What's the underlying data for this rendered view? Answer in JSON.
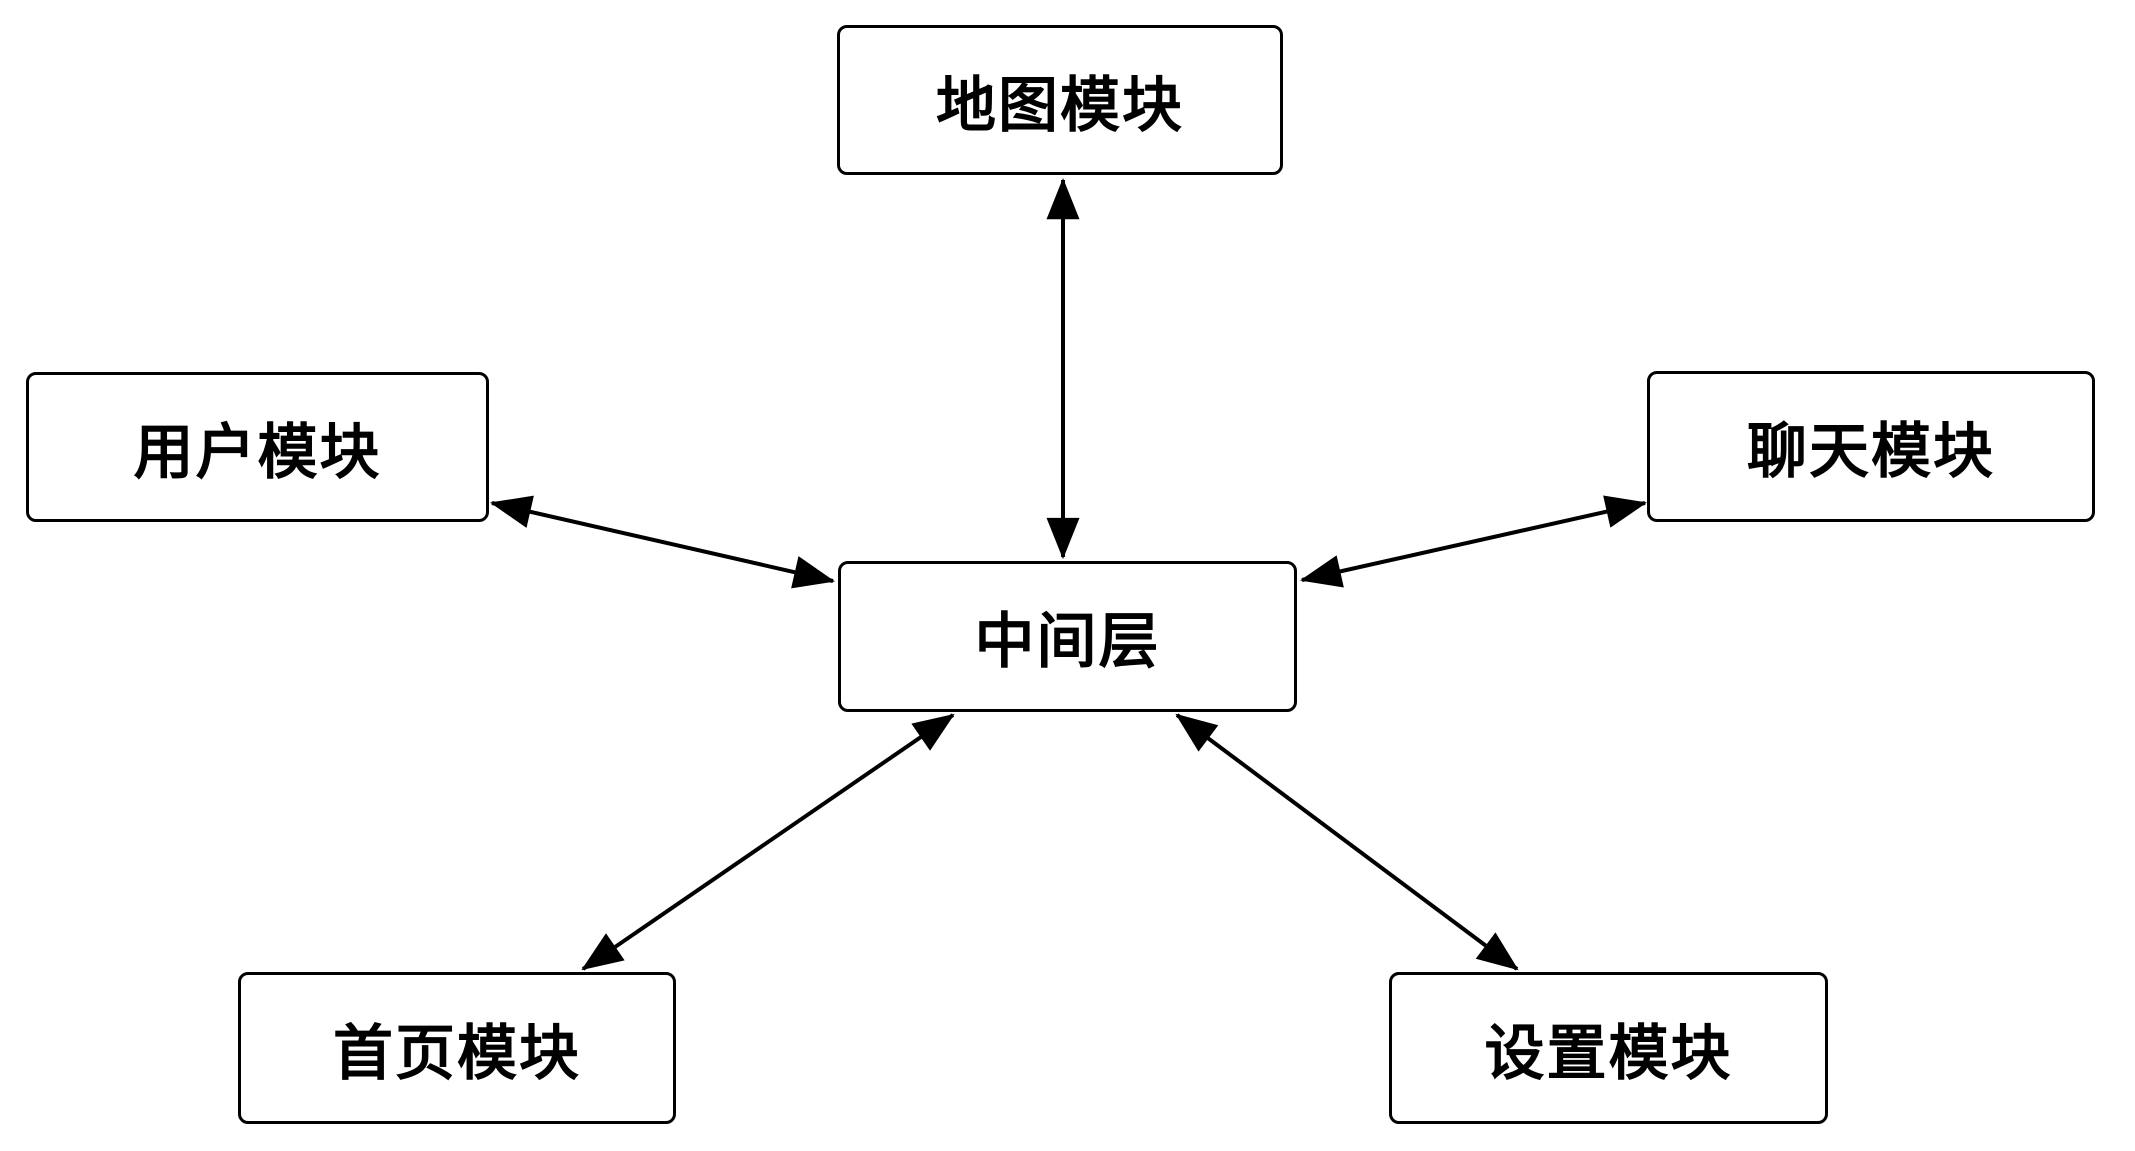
{
  "diagram": {
    "colors": {
      "background": "#ffffff",
      "box_fill": "#ffffff",
      "stroke": "#000000",
      "text": "#000000"
    },
    "nodes": [
      {
        "id": "map",
        "label": "地图模块"
      },
      {
        "id": "user",
        "label": "用户模块"
      },
      {
        "id": "chat",
        "label": "聊天模块"
      },
      {
        "id": "middle",
        "label": "中间层"
      },
      {
        "id": "home",
        "label": "首页模块"
      },
      {
        "id": "settings",
        "label": "设置模块"
      }
    ],
    "edges": [
      {
        "from": "map",
        "to": "middle",
        "direction": "both"
      },
      {
        "from": "user",
        "to": "middle",
        "direction": "both"
      },
      {
        "from": "middle",
        "to": "chat",
        "direction": "both"
      },
      {
        "from": "middle",
        "to": "home",
        "direction": "both"
      },
      {
        "from": "middle",
        "to": "settings",
        "direction": "both"
      }
    ]
  }
}
